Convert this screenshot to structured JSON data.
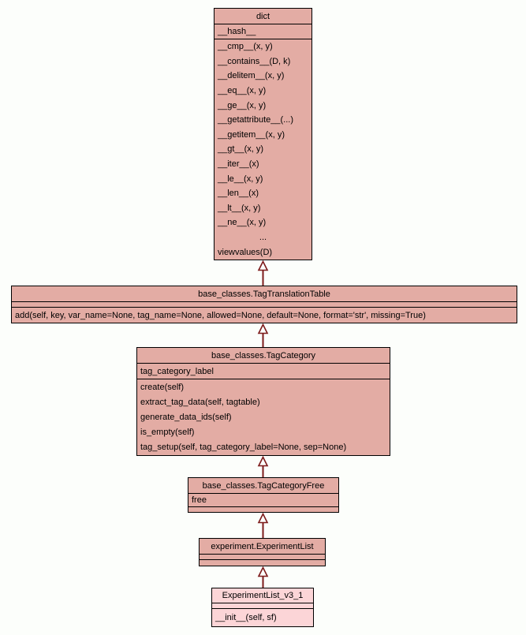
{
  "diagram": {
    "type": "uml-class-inheritance",
    "background_color": "#fcfefb",
    "class_fill_color": "#e3aca4",
    "selected_class_fill_color": "#fcd5d7",
    "border_color": "#000000",
    "edge_color": "#7d1b1b",
    "classes": [
      {
        "title": "dict",
        "attributes": [
          "__hash__"
        ],
        "methods": [
          "__cmp__(x, y)",
          "__contains__(D, k)",
          "__delitem__(x, y)",
          "__eq__(x, y)",
          "__ge__(x, y)",
          "__getattribute__(...)",
          "__getitem__(x, y)",
          "__gt__(x, y)",
          "__iter__(x)",
          "__le__(x, y)",
          "__len__(x)",
          "__lt__(x, y)",
          "__ne__(x, y)",
          "...",
          "viewvalues(D)"
        ]
      },
      {
        "title": "base_classes.TagTranslationTable",
        "attributes": [],
        "methods": [
          "add(self, key, var_name=None, tag_name=None, allowed=None, default=None, format='str', missing=True)"
        ]
      },
      {
        "title": "base_classes.TagCategory",
        "attributes": [
          "tag_category_label"
        ],
        "methods": [
          "create(self)",
          "extract_tag_data(self, tagtable)",
          "generate_data_ids(self)",
          "is_empty(self)",
          "tag_setup(self, tag_category_label=None, sep=None)"
        ]
      },
      {
        "title": "base_classes.TagCategoryFree",
        "attributes": [
          "free"
        ],
        "methods": []
      },
      {
        "title": "experiment.ExperimentList",
        "attributes": [],
        "methods": []
      },
      {
        "title": "ExperimentList_v3_1",
        "attributes": [],
        "methods": [
          "__init__(self, sf)"
        ],
        "selected": true
      }
    ],
    "edges": [
      {
        "from": "base_classes.TagTranslationTable",
        "to": "dict",
        "kind": "inheritance"
      },
      {
        "from": "base_classes.TagCategory",
        "to": "base_classes.TagTranslationTable",
        "kind": "inheritance"
      },
      {
        "from": "base_classes.TagCategoryFree",
        "to": "base_classes.TagCategory",
        "kind": "inheritance"
      },
      {
        "from": "experiment.ExperimentList",
        "to": "base_classes.TagCategoryFree",
        "kind": "inheritance"
      },
      {
        "from": "ExperimentList_v3_1",
        "to": "experiment.ExperimentList",
        "kind": "inheritance"
      }
    ]
  }
}
